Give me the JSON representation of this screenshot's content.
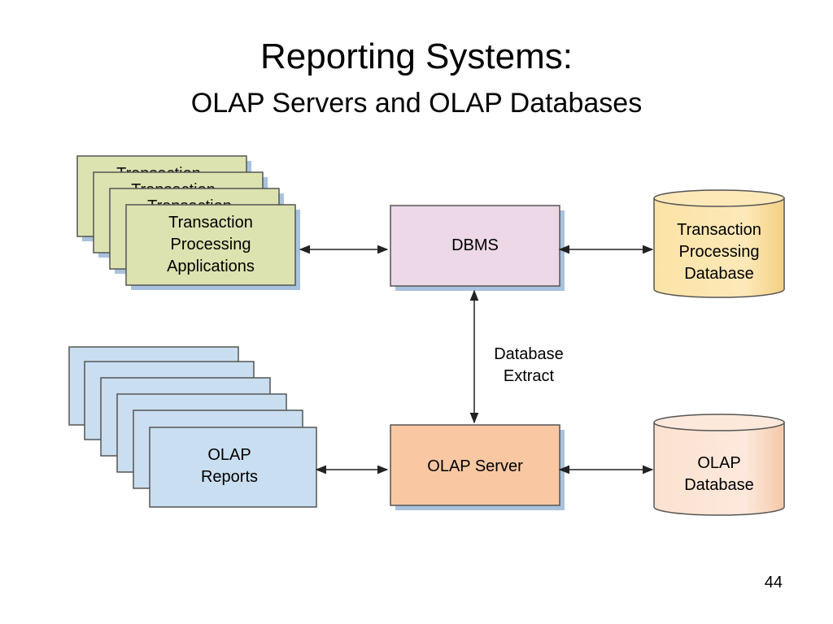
{
  "slide": {
    "title": "Reporting Systems:",
    "subtitle": "OLAP Servers and OLAP Databases",
    "page_number": "44"
  },
  "diagram": {
    "transaction_stack": {
      "label_lines": [
        "Transaction",
        "Processing",
        "Applications"
      ],
      "peek_label": "Transaction",
      "fill": "#dde3b0",
      "shadow": "#a9c2dd"
    },
    "dbms": {
      "label": "DBMS",
      "fill": "#ecd8e6"
    },
    "transaction_db": {
      "label_lines": [
        "Transaction",
        "Processing",
        "Database"
      ],
      "fill": "#fbe3a6"
    },
    "extract_label_lines": [
      "Database",
      "Extract"
    ],
    "olap_reports_stack": {
      "label_lines": [
        "OLAP",
        "Reports"
      ],
      "fill": "#c9def0"
    },
    "olap_server": {
      "label": "OLAP Server",
      "fill": "#f9c8a3"
    },
    "olap_db": {
      "label_lines": [
        "OLAP",
        "Database"
      ],
      "fill": "#fce1cf"
    }
  }
}
